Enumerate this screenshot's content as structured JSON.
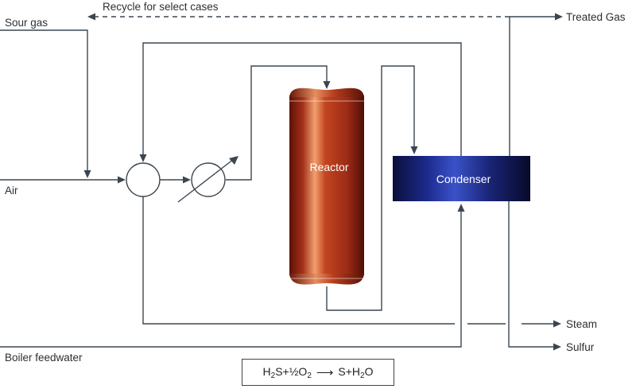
{
  "streams": {
    "recycle": "Recycle for select cases",
    "sour_gas": "Sour gas",
    "air": "Air",
    "boiler_feedwater": "Boiler feedwater",
    "treated_gas": "Treated Gas",
    "steam": "Steam",
    "sulfur": "Sulfur"
  },
  "units": {
    "reactor": "Reactor",
    "condenser": "Condenser"
  },
  "equation": {
    "lhs_a": "H",
    "lhs_a_sub": "2",
    "lhs_b": "S+½O",
    "lhs_b_sub": "2",
    "arrow": "⟶",
    "rhs_a": "S+H",
    "rhs_a_sub": "2",
    "rhs_b": "O"
  },
  "colors": {
    "line": "#3c4650",
    "reactor": "#a8321c",
    "condenser": "#1a237e"
  }
}
